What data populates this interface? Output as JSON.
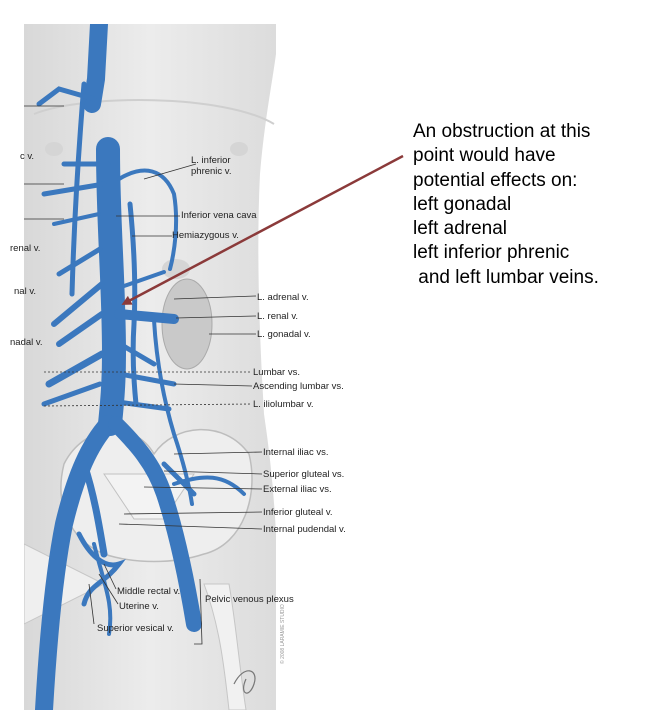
{
  "figure": {
    "labels": {
      "l_inferior_phrenic": [
        "L. inferior",
        "phrenic v."
      ],
      "inferior_vena_cava": "Inferior vena cava",
      "hemiazygous": "Hemiazygous v.",
      "l_adrenal": "L. adrenal v.",
      "l_renal": "L. renal v.",
      "l_gonadal": "L. gonadal v.",
      "lumbar": "Lumbar vs.",
      "ascending_lumbar": "Ascending lumbar vs.",
      "l_iliolumbar": "L. iliolumbar v.",
      "internal_iliac": "Internal iliac vs.",
      "superior_gluteal": "Superior gluteal vs.",
      "external_iliac": "External iliac vs.",
      "inferior_gluteal": "Inferior gluteal v.",
      "internal_pudendal": "Internal pudendal v.",
      "middle_rectal": "Middle rectal v.",
      "uterine": "Uterine v.",
      "superior_vesical": "Superior vesical v.",
      "pelvic_venous_plexus": "Pelvic venous plexus",
      "cut_left": [
        "c v.",
        "renal v.",
        "nal v.",
        "nadal v."
      ]
    },
    "credit": "© 2008 LARAMIE STUDIO",
    "colors": {
      "vein": "#3b78be",
      "vein_dark": "#1f4f8e",
      "body": "#e4e4e4",
      "arrow": "#8b3a3a"
    }
  },
  "note": {
    "lines": [
      "An obstruction at this",
      "point would have",
      "potential effects on:",
      "left gonadal",
      "left adrenal",
      "left inferior phrenic",
      " and left lumbar veins."
    ]
  }
}
